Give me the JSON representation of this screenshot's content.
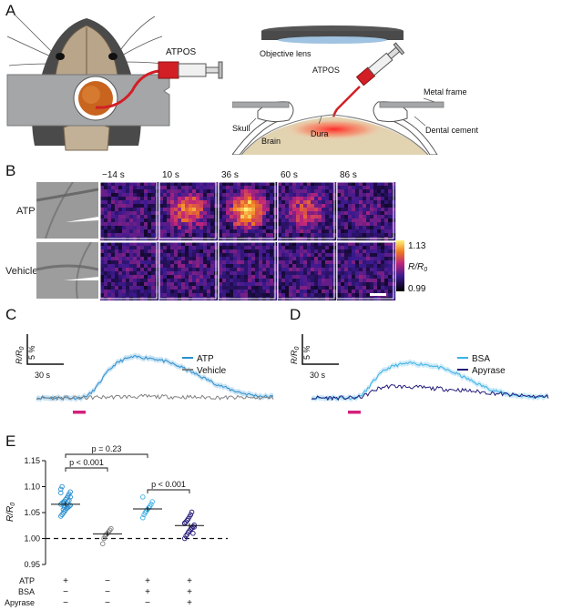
{
  "panels": {
    "a": {
      "letter": "A",
      "mouse_label": "ATPOS",
      "schematic": {
        "objective": "Objective lens",
        "syringe": "ATPOS",
        "metal_frame": "Metal frame",
        "skull": "Skull",
        "dura": "Dura",
        "brain": "Brain",
        "cement": "Dental cement"
      }
    },
    "b": {
      "letter": "B",
      "times": [
        "−14 s",
        "10 s",
        "36 s",
        "60 s",
        "86 s"
      ],
      "rows": [
        "ATP",
        "Vehicle"
      ],
      "colorbar": {
        "max": "1.13",
        "label_main": "R/R",
        "label_sub": "0",
        "min": "0.99"
      },
      "response_level": [
        [
          0.05,
          0.65,
          0.85,
          0.45,
          0.1
        ],
        [
          0.05,
          0.08,
          0.06,
          0.07,
          0.06
        ]
      ]
    },
    "c": {
      "letter": "C",
      "scale_y": "5 %",
      "scale_ylabel_main": "R/R",
      "scale_ylabel_sub": "0",
      "scale_x": "30 s"
    },
    "d": {
      "letter": "D",
      "scale_y": "5 %",
      "scale_ylabel_main": "R/R",
      "scale_ylabel_sub": "0",
      "scale_x": "30 s"
    },
    "e": {
      "letter": "E",
      "ylabel_main": "R/R",
      "ylabel_sub": "0",
      "yticks": [
        "0.95",
        "1.00",
        "1.05",
        "1.10",
        "1.15"
      ],
      "comparisons": [
        {
          "label": "p < 0.001"
        },
        {
          "label": "p = 0.23"
        },
        {
          "label": "p < 0.001"
        }
      ],
      "conditions": [
        {
          "name": "ATP",
          "values": [
            "+",
            "−",
            "+",
            "+"
          ]
        },
        {
          "name": "BSA",
          "values": [
            "−",
            "−",
            "+",
            "+"
          ]
        },
        {
          "name": "Apyrase",
          "values": [
            "−",
            "−",
            "−",
            "+"
          ]
        }
      ]
    }
  },
  "chart_data": [
    {
      "type": "line",
      "panel": "C",
      "xlabel": "",
      "ylabel": "",
      "series": [
        {
          "name": "ATP",
          "color": "#2b8fcf",
          "values": [
            0,
            0,
            0,
            0,
            0,
            0,
            0,
            0,
            0.2,
            0.8,
            2.0,
            3.5,
            4.8,
            5.8,
            6.4,
            6.8,
            7.0,
            7.0,
            6.9,
            6.8,
            6.6,
            6.3,
            6.0,
            5.6,
            5.2,
            4.7,
            4.2,
            3.7,
            3.2,
            2.7,
            2.2,
            1.8,
            1.4,
            1.1,
            0.8,
            0.6,
            0.4,
            0.3,
            0.2,
            0.2
          ]
        },
        {
          "name": "Vehicle",
          "color": "#808080",
          "values": [
            0,
            0,
            0,
            0,
            0,
            0,
            0,
            0,
            0,
            0.05,
            0.1,
            0.1,
            0.15,
            0.15,
            0.2,
            0.2,
            0.2,
            0.2,
            0.25,
            0.2,
            0.2,
            0.2,
            0.2,
            0.15,
            0.15,
            0.15,
            0.1,
            0.1,
            0.1,
            0.1,
            0.05,
            0.05,
            0.05,
            0.05,
            0,
            0,
            0,
            0,
            0,
            0
          ]
        }
      ],
      "stim_color": "#d4217d"
    },
    {
      "type": "line",
      "panel": "D",
      "xlabel": "",
      "ylabel": "",
      "series": [
        {
          "name": "BSA",
          "color": "#3db1e6",
          "values": [
            0,
            0,
            0,
            0,
            0,
            0,
            0,
            0,
            0.3,
            1.2,
            2.6,
            3.8,
            4.7,
            5.3,
            5.6,
            5.8,
            5.9,
            5.9,
            5.8,
            5.7,
            5.5,
            5.2,
            4.9,
            4.5,
            4.1,
            3.6,
            3.1,
            2.6,
            2.1,
            1.7,
            1.3,
            1.0,
            0.7,
            0.5,
            0.4,
            0.3,
            0.2,
            0.2,
            0.2,
            0.2
          ]
        },
        {
          "name": "Apyrase",
          "color": "#241c7a",
          "values": [
            0,
            0,
            0,
            0,
            0,
            0,
            0,
            0,
            0.1,
            0.5,
            1.1,
            1.6,
            1.9,
            2.0,
            2.0,
            1.9,
            1.9,
            1.8,
            1.8,
            1.7,
            1.6,
            1.6,
            1.5,
            1.4,
            1.4,
            1.3,
            1.2,
            1.1,
            1.0,
            0.9,
            0.8,
            0.7,
            0.6,
            0.5,
            0.4,
            0.3,
            0.3,
            0.2,
            0.2,
            0.2
          ]
        }
      ],
      "stim_color": "#d4217d"
    },
    {
      "type": "scatter",
      "panel": "E",
      "ylim": [
        0.95,
        1.15
      ],
      "categories": [
        "ATP",
        "Vehicle",
        "BSA+ATP",
        "Apyrase+BSA+ATP"
      ],
      "means": [
        1.066,
        1.009,
        1.057,
        1.025
      ],
      "points": [
        [
          1.043,
          1.046,
          1.049,
          1.052,
          1.055,
          1.058,
          1.06,
          1.062,
          1.064,
          1.066,
          1.068,
          1.07,
          1.072,
          1.075,
          1.078,
          1.082,
          1.086,
          1.09,
          1.095,
          1.1,
          1.056,
          1.06,
          1.063,
          1.067,
          1.071,
          1.074,
          1.08,
          1.088
        ],
        [
          0.99,
          1.0,
          1.005,
          1.008,
          1.01,
          1.013,
          1.016,
          1.019
        ],
        [
          1.04,
          1.046,
          1.05,
          1.053,
          1.056,
          1.059,
          1.062,
          1.066,
          1.071,
          1.08
        ],
        [
          1.0,
          1.005,
          1.008,
          1.012,
          1.015,
          1.018,
          1.02,
          1.023,
          1.026,
          1.029,
          1.032,
          1.035,
          1.038,
          1.042,
          1.046,
          1.051,
          1.01,
          1.022,
          1.03
        ]
      ],
      "colors": [
        "#2b8fcf",
        "#808080",
        "#3db1e6",
        "#241c7a"
      ],
      "baseline": 1.0
    }
  ]
}
